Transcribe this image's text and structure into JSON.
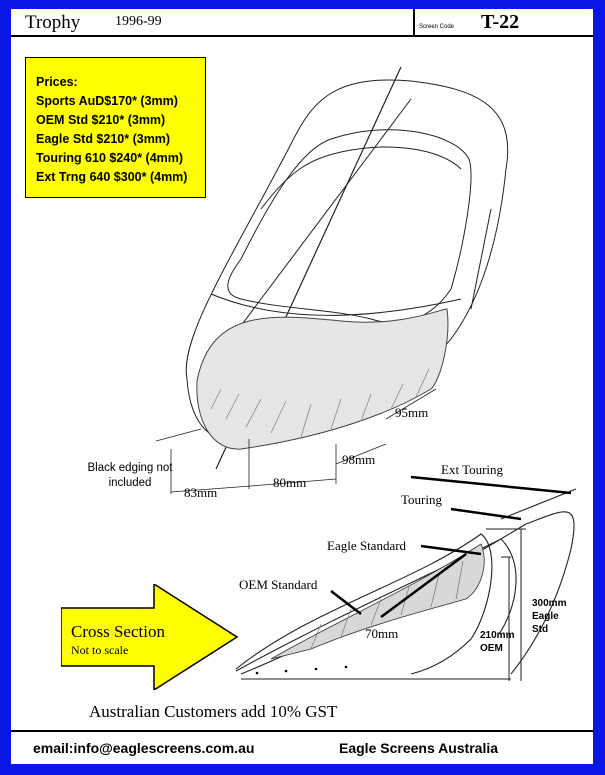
{
  "header": {
    "model": "Trophy",
    "years": "1996-99",
    "screen_code_label": "Screen Code",
    "screen_code": "T-22"
  },
  "prices": {
    "heading": "Prices:",
    "items": [
      "Sports AuD$170* (3mm)",
      "OEM Std $210* (3mm)",
      "Eagle Std $210* (3mm)",
      "Touring 610 $240* (4mm)",
      "Ext Trng 640 $300* (4mm)"
    ]
  },
  "measurements": {
    "m83": "83mm",
    "m80": "80mm",
    "m98": "98mm",
    "m95": "95mm",
    "black_edging": "Black edging not included"
  },
  "cross_section": {
    "title": "Cross Section",
    "subtitle": "Not to scale",
    "labels": {
      "ext_touring": "Ext Touring",
      "touring": "Touring",
      "eagle_standard": "Eagle Standard",
      "oem_standard": "OEM Standard",
      "m70": "70mm",
      "m300": "300mm Eagle Std",
      "m210": "210mm OEM"
    }
  },
  "gst_note": "Australian Customers add 10% GST",
  "footer": {
    "email": "email:info@eaglescreens.com.au",
    "company": "Eagle Screens Australia"
  },
  "colors": {
    "border": "#0a16e6",
    "price_box": "#ffff00",
    "arrow": "#ffff00"
  }
}
